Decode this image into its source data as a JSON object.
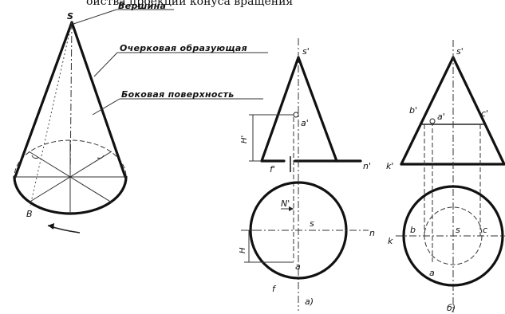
{
  "top_partial_text": "ойства проекций конуса вращения",
  "callouts": {
    "apex": "Вершина",
    "outline_generatrix": "Очерковая образующая",
    "lateral_surface": "Боковая поверхность"
  },
  "iso_labels": {
    "apex": "S",
    "base_point": "В"
  },
  "view_a": {
    "apex_front": "s'",
    "point_front": "a'",
    "left_front": "f'",
    "right_front": "n'",
    "height_mark": "H'",
    "radius_mark": "N'",
    "center": "s",
    "right_plan": "n",
    "point_plan": "a",
    "left_plan": "f",
    "height_plan": "H",
    "caption": "а)"
  },
  "view_b": {
    "apex_front": "s'",
    "point_a_front": "a'",
    "point_b_front": "b'",
    "point_c_front": "c'",
    "left_front": "k'",
    "left_plan": "k",
    "point_b_plan": "b",
    "center": "s",
    "point_c_plan": "c",
    "point_a_plan": "a",
    "caption": "б)"
  }
}
